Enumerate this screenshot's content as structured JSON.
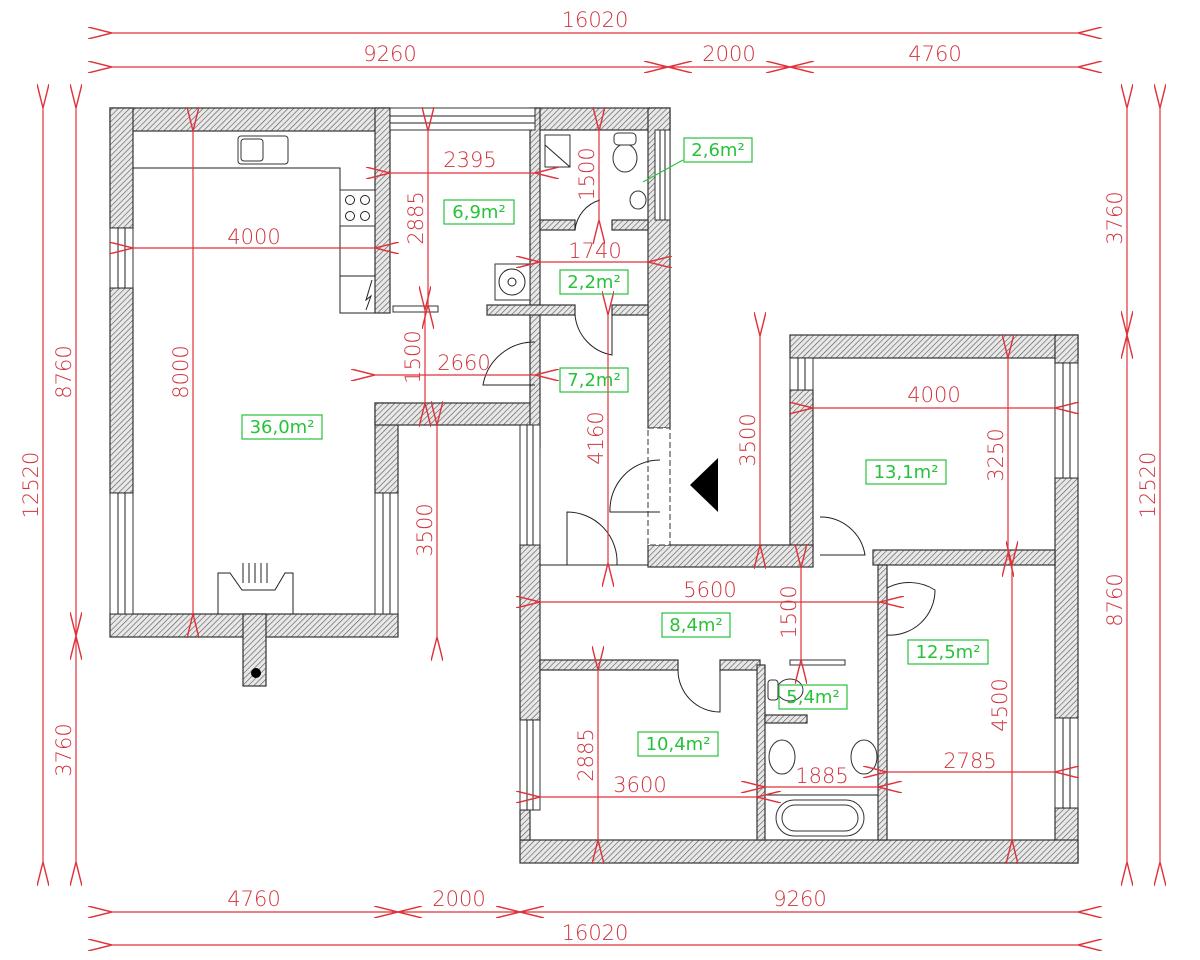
{
  "drawing": {
    "type": "floor-plan",
    "units": "mm",
    "colors": {
      "dimension": "#e0323a",
      "area_label": "#27c23a",
      "wall_hatch": "#555555",
      "entrance_marker": "#000000"
    }
  },
  "overall_dimensions": {
    "top_total": "16020",
    "top_segments": [
      "9260",
      "2000",
      "4760"
    ],
    "bottom_total": "16020",
    "bottom_segments": [
      "4760",
      "2000",
      "9260"
    ],
    "left_total": "12520",
    "left_segments": [
      "8760",
      "3760"
    ],
    "right_total": "12520",
    "right_segments": [
      "3760",
      "8760"
    ]
  },
  "rooms": [
    {
      "id": "living-kitchen",
      "area": "36,0m²",
      "dims": [
        "4000",
        "8000"
      ]
    },
    {
      "id": "utility",
      "area": "6,9m²",
      "dims": [
        "2395",
        "2885"
      ]
    },
    {
      "id": "wc-top",
      "area": "2,6m²",
      "dims": [
        "1500"
      ]
    },
    {
      "id": "vestibule",
      "area": "2,2m²",
      "dims": [
        "1740"
      ]
    },
    {
      "id": "hall",
      "area": "7,2m²",
      "dims": [
        "4160"
      ]
    },
    {
      "id": "bedroom-1",
      "area": "13,1m²",
      "dims": [
        "4000",
        "3250"
      ]
    },
    {
      "id": "corridor",
      "area": "8,4m²",
      "dims": [
        "5600",
        "1500"
      ]
    },
    {
      "id": "bedroom-2",
      "area": "12,5m²",
      "dims": [
        "2785",
        "4500"
      ]
    },
    {
      "id": "bedroom-3",
      "area": "10,4m²",
      "dims": [
        "3600",
        "2885"
      ]
    },
    {
      "id": "bathroom",
      "area": "5,4m²",
      "dims": [
        "1885"
      ]
    }
  ],
  "interior_dimensions": {
    "passage_width": "2660",
    "passage_depth": "1500",
    "terrace_depth": "3500",
    "porch_depth": "3500"
  }
}
